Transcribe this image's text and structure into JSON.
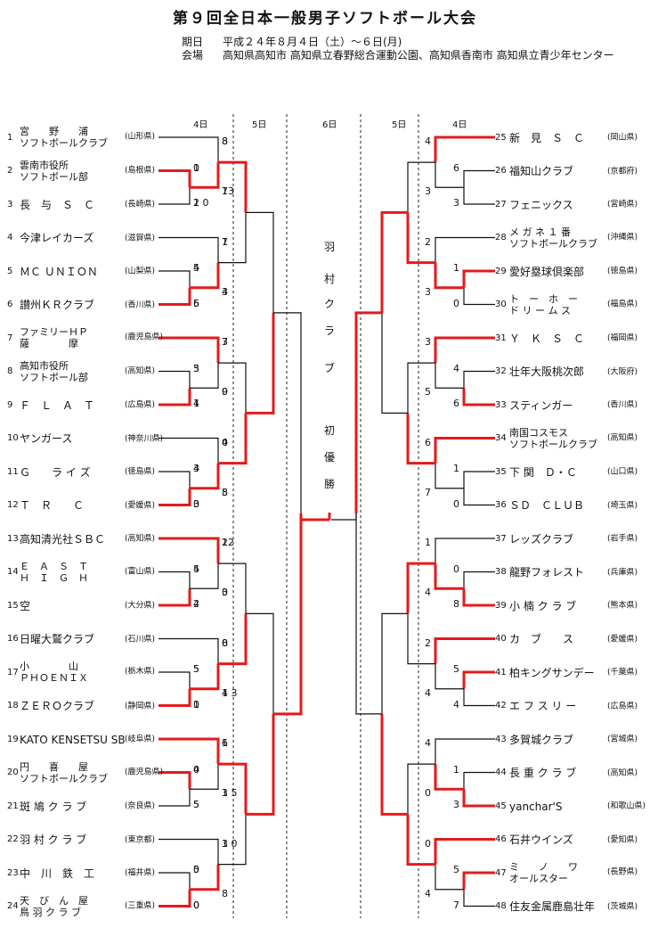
{
  "title": "第９回全日本一般男子ソフトボール大会",
  "info": {
    "period_label": "期日",
    "period_value": "平成２４年８月４日（土）～６日(月)",
    "venue_label": "会場",
    "venue_value": "高知県高知市 高知県立春野総合運動公園、高知県香南市 高知県立青少年センター"
  },
  "days": {
    "left_d4": "4日",
    "left_d5": "5日",
    "d6": "6日",
    "right_d5": "5日",
    "right_d4": "4日"
  },
  "champion": {
    "chars": [
      "羽",
      "村",
      "ク",
      "ラ",
      "ブ",
      "初",
      "優",
      "勝"
    ]
  },
  "left_teams": [
    {
      "num": "1",
      "name": [
        "宮　　野　　浦",
        "ソフトボールクラブ"
      ],
      "pref": "(山形県)"
    },
    {
      "num": "2",
      "name": [
        "雲南市役所",
        "ソフトボール部"
      ],
      "pref": "(島根県)"
    },
    {
      "num": "3",
      "name": [
        "長　与　Ｓ　Ｃ"
      ],
      "pref": "(長崎県)"
    },
    {
      "num": "4",
      "name": [
        "今津レイカーズ"
      ],
      "pref": "(滋賀県)"
    },
    {
      "num": "5",
      "name": [
        "ＭＣ ＵＮＩＯＮ"
      ],
      "pref": "(山梨県)"
    },
    {
      "num": "6",
      "name": [
        "讃州ＫＲクラブ"
      ],
      "pref": "(香川県)"
    },
    {
      "num": "7",
      "name": [
        "ファミリーＨＰ",
        "薩　　　　摩"
      ],
      "pref": "(鹿児島県)"
    },
    {
      "num": "8",
      "name": [
        "高知市役所",
        "ソフトボール部"
      ],
      "pref": "(高知県)"
    },
    {
      "num": "9",
      "name": [
        "Ｆ　Ｌ　Ａ　Ｔ"
      ],
      "pref": "(広島県)"
    },
    {
      "num": "10",
      "name": [
        "ヤンガース"
      ],
      "pref": "(神奈川県)"
    },
    {
      "num": "11",
      "name": [
        "Ｇ　　ラ イ ズ"
      ],
      "pref": "(徳島県)"
    },
    {
      "num": "12",
      "name": [
        "Ｔ　Ｒ　　Ｃ"
      ],
      "pref": "(愛媛県)"
    },
    {
      "num": "13",
      "name": [
        "高知清光社ＳＢＣ"
      ],
      "pref": "(高知県)"
    },
    {
      "num": "14",
      "name": [
        "Ｅ　Ａ　Ｓ　Ｔ",
        "Ｈ　Ｉ　Ｇ　Ｈ"
      ],
      "pref": "(富山県)"
    },
    {
      "num": "15",
      "name": [
        "空"
      ],
      "pref": "(大分県)"
    },
    {
      "num": "16",
      "name": [
        "日曜大鷲クラブ"
      ],
      "pref": "(石川県)"
    },
    {
      "num": "17",
      "name": [
        "小　　　　山",
        "ＰＨＯＥＮＩＸ"
      ],
      "pref": "(栃木県)"
    },
    {
      "num": "18",
      "name": [
        "ＺＥＲＯクラブ"
      ],
      "pref": "(静岡県)"
    },
    {
      "num": "19",
      "name": [
        "KATO KENSETSU SBC"
      ],
      "pref": "(岐阜県)"
    },
    {
      "num": "20",
      "name": [
        "円　　喜　　屋",
        "ソフトボールクラブ"
      ],
      "pref": "(鹿児島県)"
    },
    {
      "num": "21",
      "name": [
        "斑 鳩 ク ラ ブ"
      ],
      "pref": "(奈良県)"
    },
    {
      "num": "22",
      "name": [
        "羽 村 ク ラ ブ"
      ],
      "pref": "(東京都)"
    },
    {
      "num": "23",
      "name": [
        "中　川　鉄　工"
      ],
      "pref": "(福井県)"
    },
    {
      "num": "24",
      "name": [
        "天　び　ん　屋",
        "鳥 羽 ク ラ ブ"
      ],
      "pref": "(三重県)"
    }
  ],
  "right_teams": [
    {
      "num": "25",
      "name": [
        "新　見　Ｓ　Ｃ"
      ],
      "pref": "(岡山県)"
    },
    {
      "num": "26",
      "name": [
        "福知山クラブ"
      ],
      "pref": "(京都府)"
    },
    {
      "num": "27",
      "name": [
        "フェニックス"
      ],
      "pref": "(宮崎県)"
    },
    {
      "num": "28",
      "name": [
        "メ ガ ネ １ 番",
        "ソフトボールクラブ"
      ],
      "pref": "(沖縄県)"
    },
    {
      "num": "29",
      "name": [
        "愛好塁球倶楽部"
      ],
      "pref": "(徳島県)"
    },
    {
      "num": "30",
      "name": [
        "ト　ー　ホ　ー",
        "ド リ ー ム ス"
      ],
      "pref": "(福島県)"
    },
    {
      "num": "31",
      "name": [
        "Ｙ　Ｋ　Ｓ　Ｃ"
      ],
      "pref": "(福岡県)"
    },
    {
      "num": "32",
      "name": [
        "壮年大阪桃次郎"
      ],
      "pref": "(大阪府)"
    },
    {
      "num": "33",
      "name": [
        "スティンガー"
      ],
      "pref": "(香川県)"
    },
    {
      "num": "34",
      "name": [
        "南国コスモス",
        "ソフトボールクラブ"
      ],
      "pref": "(高知県)"
    },
    {
      "num": "35",
      "name": [
        "下 関　Ｄ・Ｃ"
      ],
      "pref": "(山口県)"
    },
    {
      "num": "36",
      "name": [
        "ＳＤ　ＣＬＵＢ"
      ],
      "pref": "(埼玉県)"
    },
    {
      "num": "37",
      "name": [
        "レッズクラブ"
      ],
      "pref": "(岩手県)"
    },
    {
      "num": "38",
      "name": [
        "龍野フォレスト"
      ],
      "pref": "(兵庫県)"
    },
    {
      "num": "39",
      "name": [
        "小 楠 ク ラ ブ"
      ],
      "pref": "(熊本県)"
    },
    {
      "num": "40",
      "name": [
        "カ　ブ　　ス"
      ],
      "pref": "(愛媛県)"
    },
    {
      "num": "41",
      "name": [
        "柏キングサンデー"
      ],
      "pref": "(千葉県)"
    },
    {
      "num": "42",
      "name": [
        "エ フ ス リ ー"
      ],
      "pref": "(広島県)"
    },
    {
      "num": "43",
      "name": [
        "多賀城クラブ"
      ],
      "pref": "(宮城県)"
    },
    {
      "num": "44",
      "name": [
        "長 重 ク ラ ブ"
      ],
      "pref": "(高知県)"
    },
    {
      "num": "45",
      "name": [
        "yanchar'S"
      ],
      "pref": "(和歌山県)"
    },
    {
      "num": "46",
      "name": [
        "石井ウインズ"
      ],
      "pref": "(愛知県)"
    },
    {
      "num": "47",
      "name": [
        "ミ　　ノ　　ワ",
        "オールスター"
      ],
      "pref": "(長野県)"
    },
    {
      "num": "48",
      "name": [
        "住友金属鹿島壮年"
      ],
      "pref": "(茨城県)"
    }
  ],
  "scores": [
    "1",
    "2",
    "8",
    "13",
    "4",
    "5",
    "1",
    "3",
    "5",
    "1",
    "3",
    "0",
    "3",
    "0",
    "4",
    "5",
    "5",
    "4",
    "2",
    "3",
    "5",
    "1",
    "0",
    "1 3",
    "0",
    "5",
    "1",
    "3",
    "5",
    "0",
    "1 0",
    "8",
    "6",
    "3",
    "4",
    "3",
    "1",
    "0",
    "2",
    "3",
    "4",
    "6",
    "3",
    "5",
    "1",
    "0",
    "6",
    "7",
    "0",
    "8",
    "1",
    "4",
    "5",
    "4",
    "2",
    "4",
    "1",
    "3",
    "4",
    "0",
    "5",
    "7",
    "0",
    "4",
    "0",
    "1 0",
    "8",
    "7",
    "5",
    "6",
    "7",
    "4",
    "3",
    "4",
    "7",
    "9",
    "4",
    "3",
    "0",
    "8",
    "4",
    "2",
    "12",
    "0",
    "5",
    "0",
    "8",
    "4",
    "4",
    "5",
    "6",
    "1 5",
    "0",
    "0",
    "3"
  ],
  "colors": {
    "winner_line": "#e31b1b",
    "line": "#111111",
    "dash": "#222222"
  }
}
